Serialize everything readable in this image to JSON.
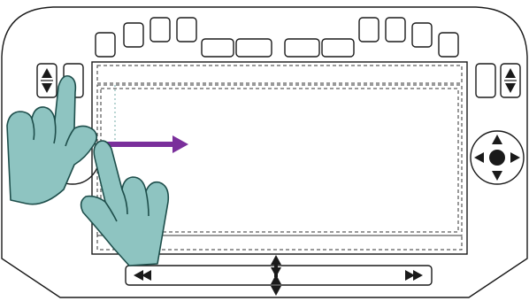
{
  "diagram": {
    "subject": "touch-gesture-instruction",
    "gesture": "two-finger-hold-and-swipe-right",
    "colors": {
      "outline": "#1a1a1a",
      "dashed": "#333333",
      "hand_fill": "#8ec4c1",
      "hand_stroke": "#1e4e4b",
      "arrow": "#7a2f9b",
      "guide_line": "#8ab9b6"
    },
    "controls": {
      "left_scroll_buttons": {
        "up_icon": "triangle-up-icon",
        "down_icon": "triangle-down-icon"
      },
      "right_scroll_buttons": {
        "up_icon": "triangle-up-icon",
        "down_icon": "triangle-down-icon"
      },
      "dpad": {
        "center_icon": "filled-circle-icon",
        "direction_icons": [
          "up",
          "down",
          "left",
          "right"
        ]
      },
      "bottom_bar": {
        "left_icon": "rewind-icon",
        "right_icon": "fast-forward-icon",
        "resize_icon": "vertical-resize-icon"
      }
    }
  }
}
